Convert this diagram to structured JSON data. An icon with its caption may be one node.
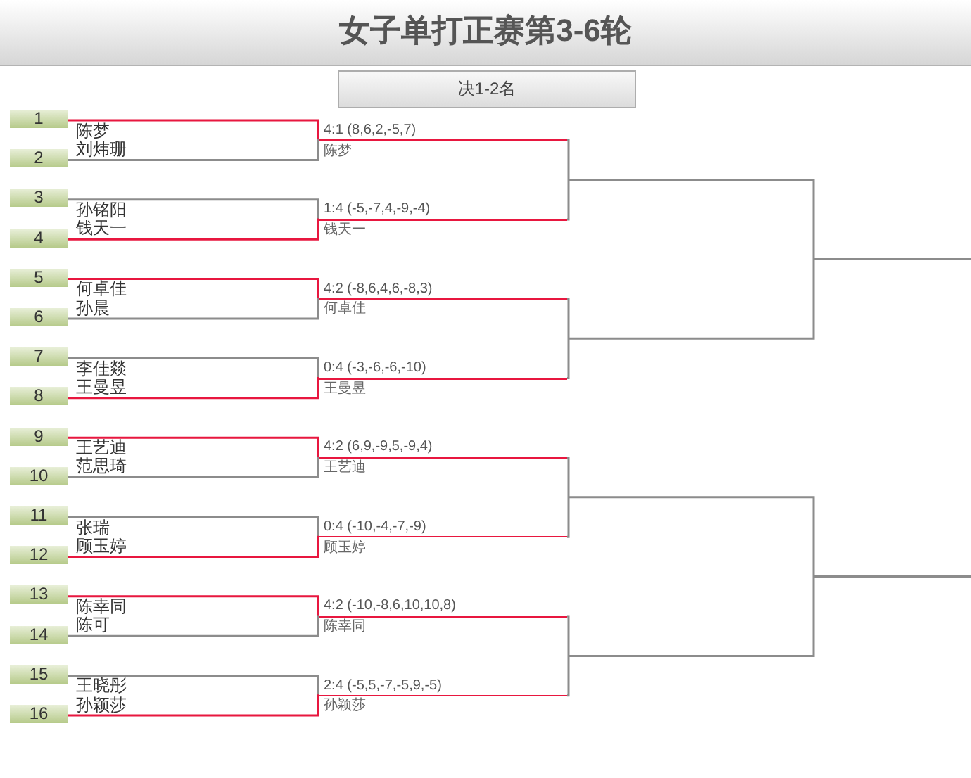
{
  "diagram": {
    "title": "女子单打正赛第3-6轮",
    "nodes": [
      {
        "text": [
          "决1-2名"
        ]
      },
      {
        "text": [
          "1"
        ],
        "beside": [
          "陈梦"
        ]
      },
      {
        "text": [
          "2"
        ],
        "beside": [
          "刘炜珊"
        ]
      },
      {
        "text": [
          "3"
        ],
        "beside": [
          "孙铭阳"
        ]
      },
      {
        "text": [
          "4"
        ],
        "beside": [
          "钱天一"
        ]
      },
      {
        "text": [
          "5"
        ],
        "beside": [
          "何卓佳"
        ]
      },
      {
        "text": [
          "6"
        ],
        "beside": [
          "孙晨"
        ]
      },
      {
        "text": [
          "7"
        ],
        "beside": [
          "李佳燚"
        ]
      },
      {
        "text": [
          "8"
        ],
        "beside": [
          "王曼昱"
        ]
      },
      {
        "text": [
          "9"
        ],
        "beside": [
          "王艺迪"
        ]
      },
      {
        "text": [
          "10"
        ],
        "beside": [
          "范思琦"
        ]
      },
      {
        "text": [
          "11"
        ],
        "beside": [
          "张瑞"
        ]
      },
      {
        "text": [
          "12"
        ],
        "beside": [
          "顾玉婷"
        ]
      },
      {
        "text": [
          "13"
        ],
        "beside": [
          "陈幸同"
        ]
      },
      {
        "text": [
          "14"
        ],
        "beside": [
          "陈可"
        ]
      },
      {
        "text": [
          "15"
        ],
        "beside": [
          "王晓彤"
        ]
      },
      {
        "text": [
          "16"
        ],
        "beside": [
          "孙颖莎"
        ]
      },
      {
        "text": [
          "4:1 (8,6,2,-5,7)"
        ],
        "beside": [
          "陈梦"
        ]
      },
      {
        "text": [
          "1:4 (-5,-7,4,-9,-4)"
        ],
        "beside": [
          "钱天一"
        ]
      },
      {
        "text": [
          "4:2 (-8,6,4,6,-8,3)"
        ],
        "beside": [
          "何卓佳"
        ]
      },
      {
        "text": [
          "0:4 (-3,-6,-6,-10)"
        ],
        "beside": [
          "王曼昱"
        ]
      },
      {
        "text": [
          "4:2 (6,9,-9,5,-9,4)"
        ],
        "beside": [
          "王艺迪"
        ]
      },
      {
        "text": [
          "0:4 (-10,-4,-7,-9)"
        ],
        "beside": [
          "顾玉婷"
        ]
      },
      {
        "text": [
          "4:2 (-10,-8,6,10,10,8)"
        ],
        "beside": [
          "陈幸同"
        ]
      },
      {
        "text": [
          "2:4 (-5,5,-7,-5,9,-5)"
        ],
        "beside": [
          "孙颖莎"
        ]
      }
    ],
    "edges": [
      {
        "from": 1,
        "to": 17,
        "arrow": "none",
        "color": "#e8173f"
      },
      {
        "from": 2,
        "to": 17,
        "arrow": "none"
      },
      {
        "from": 3,
        "to": 18,
        "arrow": "none"
      },
      {
        "from": 4,
        "to": 18,
        "arrow": "none",
        "color": "#e8173f"
      },
      {
        "from": 5,
        "to": 19,
        "arrow": "none",
        "color": "#e8173f"
      },
      {
        "from": 6,
        "to": 19,
        "arrow": "none"
      },
      {
        "from": 7,
        "to": 20,
        "arrow": "none"
      },
      {
        "from": 8,
        "to": 20,
        "arrow": "none",
        "color": "#e8173f"
      },
      {
        "from": 9,
        "to": 21,
        "arrow": "none",
        "color": "#e8173f"
      },
      {
        "from": 10,
        "to": 21,
        "arrow": "none"
      },
      {
        "from": 11,
        "to": 22,
        "arrow": "none"
      },
      {
        "from": 12,
        "to": 22,
        "arrow": "none",
        "color": "#e8173f"
      },
      {
        "from": 13,
        "to": 23,
        "arrow": "none",
        "color": "#e8173f"
      },
      {
        "from": 14,
        "to": 23,
        "arrow": "none"
      },
      {
        "from": 15,
        "to": 24,
        "arrow": "none"
      },
      {
        "from": 16,
        "to": 24,
        "arrow": "none",
        "color": "#e8173f"
      },
      {
        "from": 17,
        "to": 18,
        "arrow": "none"
      },
      {
        "from": 19,
        "to": 20,
        "arrow": "none"
      },
      {
        "from": 21,
        "to": 22,
        "arrow": "none"
      },
      {
        "from": 23,
        "to": 24,
        "arrow": "none"
      }
    ]
  }
}
